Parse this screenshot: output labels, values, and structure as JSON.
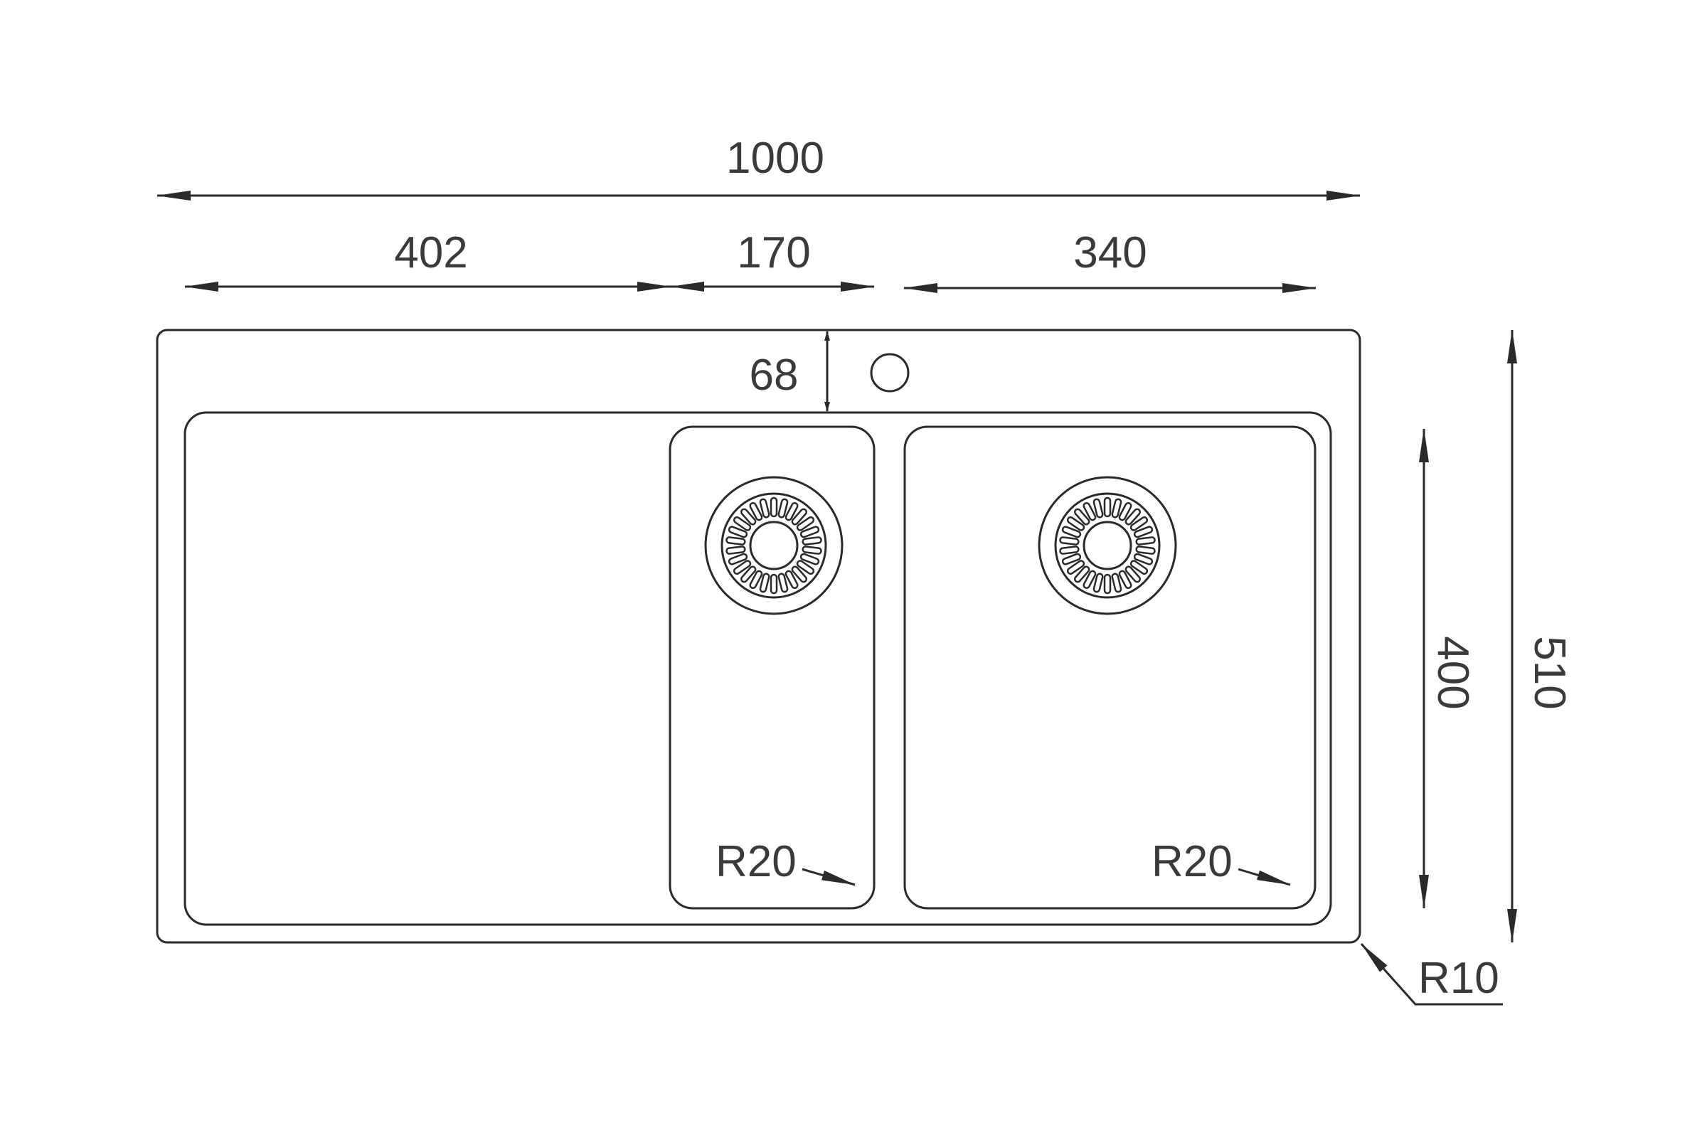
{
  "drawing": {
    "overall_width": "1000",
    "drainer_width": "402",
    "small_bowl_width": "170",
    "large_bowl_width": "340",
    "tap_hole_offset": "68",
    "bowl_depth_length": "400",
    "overall_depth": "510",
    "small_bowl_radius": "R20",
    "large_bowl_radius": "R20",
    "corner_radius": "R10"
  },
  "colors": {
    "line": "#2a2a2a",
    "text": "#3a3a3a"
  }
}
